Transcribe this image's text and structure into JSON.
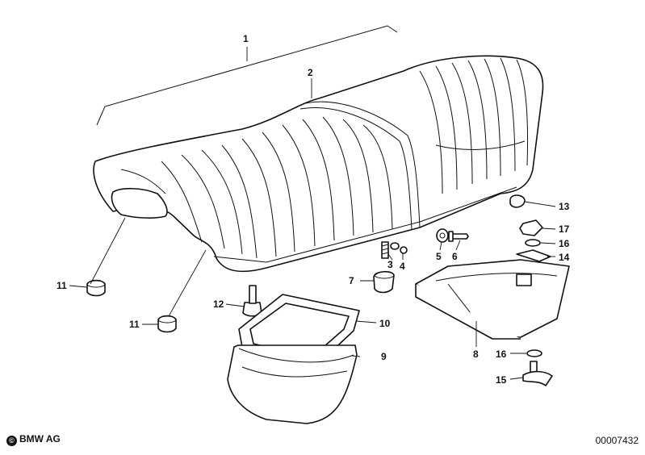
{
  "diagram": {
    "callouts": [
      {
        "id": "c1",
        "label": "1"
      },
      {
        "id": "c2",
        "label": "2"
      },
      {
        "id": "c3",
        "label": "3"
      },
      {
        "id": "c4",
        "label": "4"
      },
      {
        "id": "c5",
        "label": "5"
      },
      {
        "id": "c6",
        "label": "6"
      },
      {
        "id": "c7",
        "label": "7"
      },
      {
        "id": "c8",
        "label": "8"
      },
      {
        "id": "c9",
        "label": "9"
      },
      {
        "id": "c10",
        "label": "10"
      },
      {
        "id": "c11a",
        "label": "11"
      },
      {
        "id": "c11b",
        "label": "11"
      },
      {
        "id": "c12",
        "label": "12"
      },
      {
        "id": "c13",
        "label": "13"
      },
      {
        "id": "c14",
        "label": "14"
      },
      {
        "id": "c15",
        "label": "15"
      },
      {
        "id": "c16a",
        "label": "16"
      },
      {
        "id": "c16b",
        "label": "16"
      },
      {
        "id": "c17",
        "label": "17"
      }
    ]
  },
  "footer": {
    "copyright_symbol": "©",
    "copyright_text": "BMW AG",
    "diagram_number": "00007432"
  }
}
